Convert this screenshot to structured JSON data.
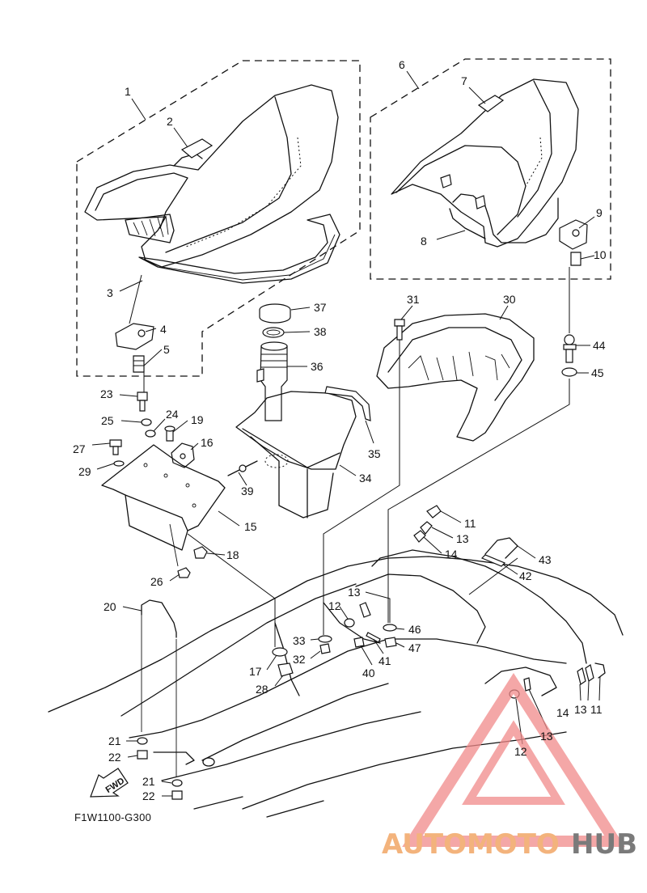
{
  "diagram": {
    "code": "F1W1100-G300",
    "fwd_label": "FWD"
  },
  "callouts": [
    {
      "n": "1"
    },
    {
      "n": "2"
    },
    {
      "n": "3"
    },
    {
      "n": "4"
    },
    {
      "n": "5"
    },
    {
      "n": "6"
    },
    {
      "n": "7"
    },
    {
      "n": "8"
    },
    {
      "n": "9"
    },
    {
      "n": "10"
    },
    {
      "n": "31"
    },
    {
      "n": "30"
    },
    {
      "n": "37"
    },
    {
      "n": "38"
    },
    {
      "n": "36"
    },
    {
      "n": "44"
    },
    {
      "n": "45"
    },
    {
      "n": "23"
    },
    {
      "n": "24"
    },
    {
      "n": "19"
    },
    {
      "n": "25"
    },
    {
      "n": "16"
    },
    {
      "n": "35"
    },
    {
      "n": "27"
    },
    {
      "n": "29"
    },
    {
      "n": "34"
    },
    {
      "n": "39"
    },
    {
      "n": "15"
    },
    {
      "n": "11"
    },
    {
      "n": "13"
    },
    {
      "n": "14"
    },
    {
      "n": "43"
    },
    {
      "n": "18"
    },
    {
      "n": "42"
    },
    {
      "n": "26"
    },
    {
      "n": "20"
    },
    {
      "n": "13"
    },
    {
      "n": "12"
    },
    {
      "n": "46"
    },
    {
      "n": "33"
    },
    {
      "n": "47"
    },
    {
      "n": "32"
    },
    {
      "n": "41"
    },
    {
      "n": "17"
    },
    {
      "n": "40"
    },
    {
      "n": "28"
    },
    {
      "n": "14"
    },
    {
      "n": "13"
    },
    {
      "n": "11"
    },
    {
      "n": "13"
    },
    {
      "n": "21"
    },
    {
      "n": "12"
    },
    {
      "n": "22"
    },
    {
      "n": "21"
    },
    {
      "n": "22"
    }
  ],
  "watermark": {
    "part_a": "AUTOMOTO",
    "part_b": "HUB",
    "color_a": "#f3b37c",
    "color_b": "#7a7a7a",
    "triangle_color": "#f08a8a"
  }
}
